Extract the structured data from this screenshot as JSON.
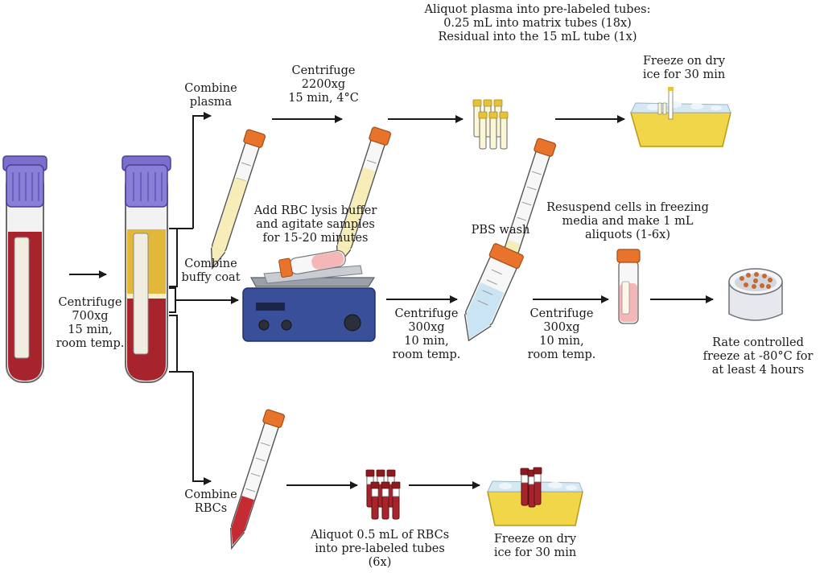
{
  "labels": {
    "centrifuge_initial": [
      "Centrifuge",
      "700xg",
      "15 min,",
      "room temp."
    ],
    "combine_plasma": [
      "Combine",
      "plasma"
    ],
    "centrifuge_plasma": [
      "Centrifuge",
      "2200xg",
      "15 min, 4°C"
    ],
    "aliquot_plasma": [
      "Aliquot plasma into pre-labeled tubes:",
      "0.25 mL into matrix tubes (18x)",
      "Residual into the 15 mL tube (1x)"
    ],
    "freeze_plasma": [
      "Freeze on dry",
      "ice for 30 min"
    ],
    "combine_buffy": [
      "Combine",
      "buffy coat"
    ],
    "rbc_lysis": [
      "Add RBC lysis buffer",
      "and agitate samples",
      "for 15-20 minutes"
    ],
    "centrifuge_buffy_1": [
      "Centrifuge",
      "300xg",
      "10 min,",
      "room temp."
    ],
    "pbs_wash": [
      "PBS wash"
    ],
    "centrifuge_buffy_2": [
      "Centrifuge",
      "300xg",
      "10 min,",
      "room temp."
    ],
    "resuspend": [
      "Resuspend cells in freezing",
      "media and make 1 mL",
      "aliquots (1-6x)"
    ],
    "rate_freeze": [
      "Rate controlled",
      "freeze at -80°C for",
      "at least 4 hours"
    ],
    "combine_rbcs": [
      "Combine",
      "RBCs"
    ],
    "aliquot_rbcs": [
      "Aliquot 0.5 mL of RBCs",
      "into pre-labeled tubes",
      "(6x)"
    ],
    "freeze_rbcs": [
      "Freeze on dry",
      "ice for 30 min"
    ]
  },
  "icons": {
    "whole_blood_tube": "blood-collection-tube-icon",
    "separated_tube": "separated-blood-tube-icon",
    "conical_tube": "conical-tube-icon",
    "matrix_tubes": "matrix-tubes-icon",
    "dry_ice_tray": "dry-ice-tray-icon",
    "shaker": "orbital-shaker-icon",
    "cryovial": "cryovial-icon",
    "freezing_container": "freezing-container-icon"
  },
  "colors": {
    "cap_purple": "#8a7fd6",
    "blood_red": "#a8242c",
    "plasma_yellow": "#f5ecb4",
    "buffy_gold": "#e2b73a",
    "cap_orange": "#e8742c",
    "tray_yellow": "#f2d64a",
    "pbs_blue": "#cbe4f4",
    "media_pink": "#f4b6b6",
    "shaker_blue": "#3a4f9a",
    "arrow": "#1a1a1a"
  }
}
